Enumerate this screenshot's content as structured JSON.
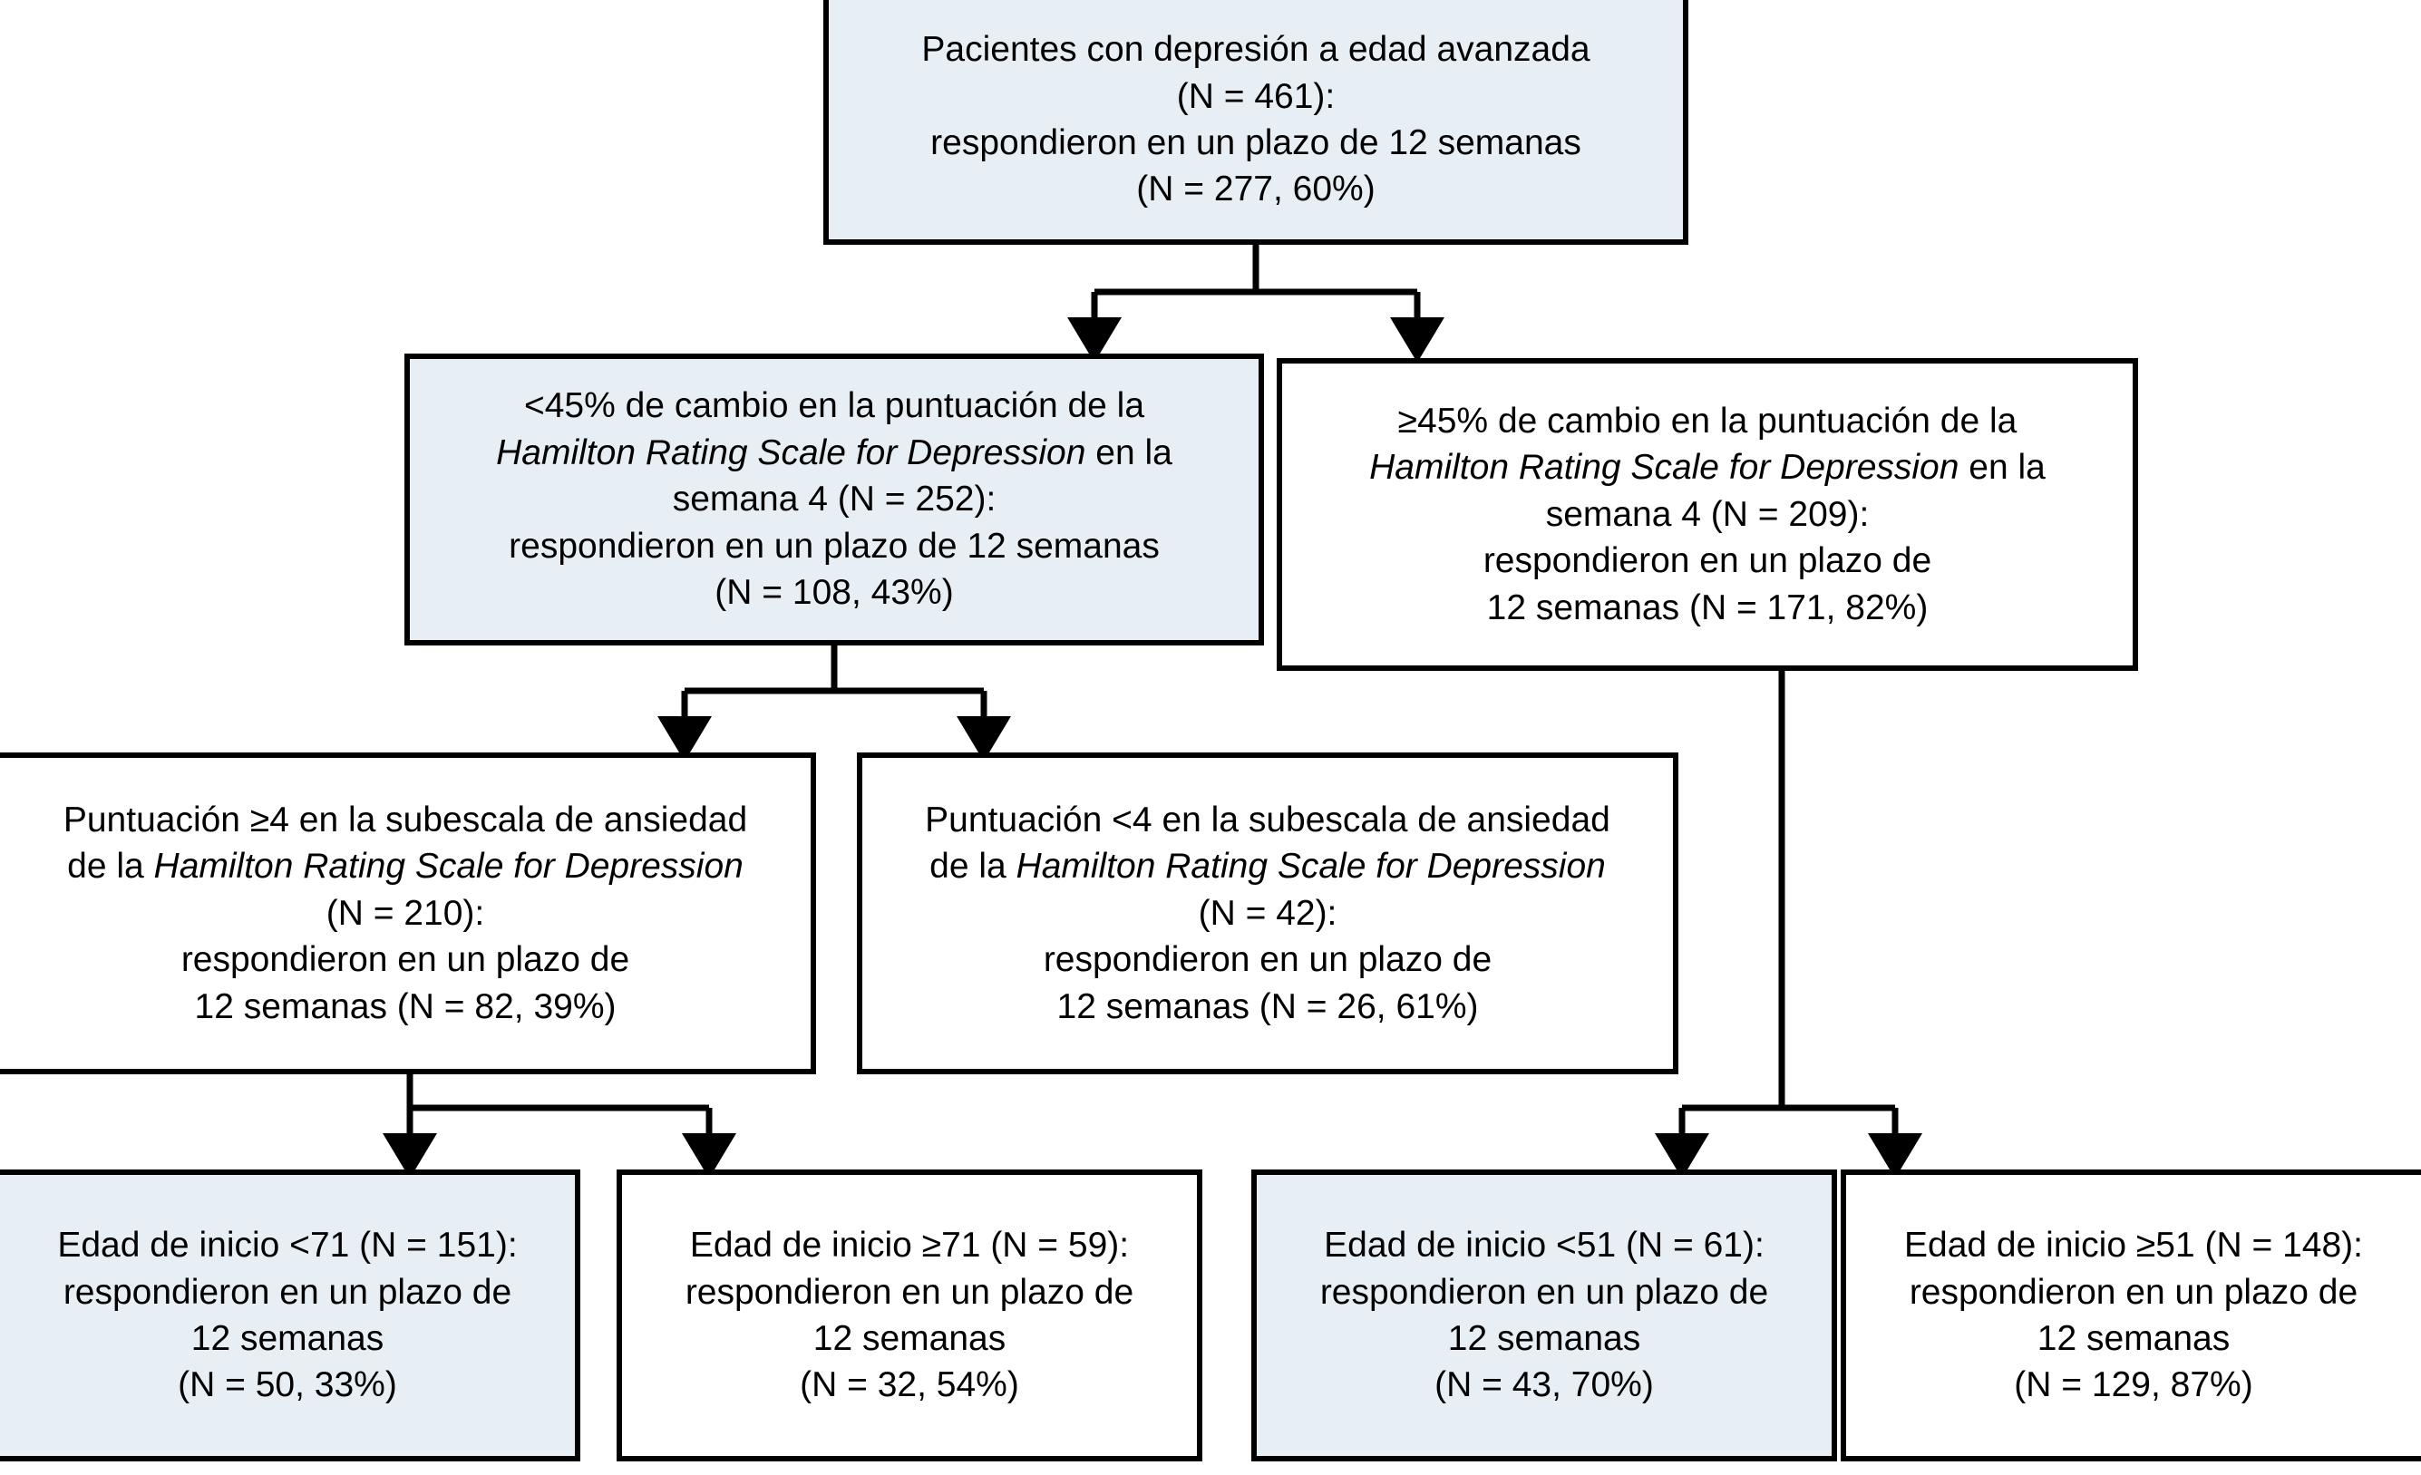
{
  "figure": {
    "kind": "flowchart",
    "language": "es",
    "box_border_color": "#000000",
    "highlight_fill": "#e7eff5",
    "plain_fill": "#ffffff",
    "arrow_color": "#000000"
  },
  "nodes": [
    {
      "id": "root",
      "name": "root-node",
      "fill": "highlight",
      "lines": [
        {
          "text": "Pacientes con depresión a edad avanzada",
          "italic": false
        },
        {
          "text": "(N = 461):",
          "italic": false
        },
        {
          "text": "respondieron en un plazo de 12 semanas",
          "italic": false
        },
        {
          "text": "(N = 277, 60%)",
          "italic": false
        }
      ],
      "n_total": 461,
      "n_responders": 277,
      "pct_responders": 60
    },
    {
      "id": "lt45",
      "name": "less-than-45-percent-node",
      "fill": "highlight",
      "lines": [
        {
          "text": "<45% de cambio en la puntuación de la",
          "italic": false
        },
        {
          "text": "Hamilton Rating Scale for Depression",
          "italic": true,
          "suffix": " en la"
        },
        {
          "text": "semana 4 (N = 252):",
          "italic": false
        },
        {
          "text": "respondieron en un plazo de 12 semanas",
          "italic": false
        },
        {
          "text": "(N = 108, 43%)",
          "italic": false
        }
      ],
      "n_total": 252,
      "n_responders": 108,
      "pct_responders": 43
    },
    {
      "id": "ge45",
      "name": "greater-equal-45-percent-node",
      "fill": "plain",
      "lines": [
        {
          "text": "≥45% de cambio en la puntuación de la",
          "italic": false
        },
        {
          "text": "Hamilton Rating Scale for Depression",
          "italic": true,
          "suffix": " en la"
        },
        {
          "text": "semana 4 (N = 209):",
          "italic": false
        },
        {
          "text": "respondieron en un plazo de",
          "italic": false
        },
        {
          "text": "12 semanas (N = 171, 82%)",
          "italic": false
        }
      ],
      "n_total": 209,
      "n_responders": 171,
      "pct_responders": 82
    },
    {
      "id": "anx-ge4",
      "name": "anxiety-score-ge4-node",
      "fill": "plain",
      "lines": [
        {
          "text": "Puntuación ≥4 en la subescala de ansiedad",
          "italic": false
        },
        {
          "text": "de la ",
          "italic": false,
          "italic_part": "Hamilton Rating Scale for Depression"
        },
        {
          "text": "(N = 210):",
          "italic": false
        },
        {
          "text": "respondieron en un plazo de",
          "italic": false
        },
        {
          "text": "12 semanas (N = 82, 39%)",
          "italic": false
        }
      ],
      "n_total": 210,
      "n_responders": 82,
      "pct_responders": 39
    },
    {
      "id": "anx-lt4",
      "name": "anxiety-score-lt4-node",
      "fill": "plain",
      "lines": [
        {
          "text": "Puntuación <4 en la subescala de ansiedad",
          "italic": false
        },
        {
          "text": "de la ",
          "italic": false,
          "italic_part": "Hamilton Rating Scale for Depression"
        },
        {
          "text": "(N = 42):",
          "italic": false
        },
        {
          "text": "respondieron en un plazo de",
          "italic": false
        },
        {
          "text": "12 semanas (N = 26, 61%)",
          "italic": false
        }
      ],
      "n_total": 42,
      "n_responders": 26,
      "pct_responders": 61
    },
    {
      "id": "onset-lt71",
      "name": "onset-age-lt71-node",
      "fill": "highlight",
      "lines": [
        {
          "text": "Edad de inicio <71 (N = 151):",
          "italic": false
        },
        {
          "text": "respondieron en un plazo de",
          "italic": false
        },
        {
          "text": "12 semanas",
          "italic": false
        },
        {
          "text": "(N = 50, 33%)",
          "italic": false
        }
      ],
      "n_total": 151,
      "n_responders": 50,
      "pct_responders": 33
    },
    {
      "id": "onset-ge71",
      "name": "onset-age-ge71-node",
      "fill": "plain",
      "lines": [
        {
          "text": "Edad de inicio ≥71 (N = 59):",
          "italic": false
        },
        {
          "text": "respondieron en un plazo de",
          "italic": false
        },
        {
          "text": "12 semanas",
          "italic": false
        },
        {
          "text": "(N = 32, 54%)",
          "italic": false
        }
      ],
      "n_total": 59,
      "n_responders": 32,
      "pct_responders": 54
    },
    {
      "id": "onset-lt51",
      "name": "onset-age-lt51-node",
      "fill": "highlight",
      "lines": [
        {
          "text": "Edad de inicio <51 (N = 61):",
          "italic": false
        },
        {
          "text": "respondieron en un plazo de",
          "italic": false
        },
        {
          "text": "12 semanas",
          "italic": false
        },
        {
          "text": "(N = 43, 70%)",
          "italic": false
        }
      ],
      "n_total": 61,
      "n_responders": 43,
      "pct_responders": 70
    },
    {
      "id": "onset-ge51",
      "name": "onset-age-ge51-node",
      "fill": "plain",
      "lines": [
        {
          "text": "Edad de inicio ≥51 (N = 148):",
          "italic": false
        },
        {
          "text": "respondieron en un plazo de",
          "italic": false
        },
        {
          "text": "12 semanas",
          "italic": false
        },
        {
          "text": "(N = 129, 87%)",
          "italic": false
        }
      ],
      "n_total": 148,
      "n_responders": 129,
      "pct_responders": 87
    }
  ],
  "edges": [
    {
      "name": "edge-root-to-lt45",
      "from": "root",
      "to": "lt45"
    },
    {
      "name": "edge-root-to-ge45",
      "from": "root",
      "to": "ge45"
    },
    {
      "name": "edge-lt45-to-anx-ge4",
      "from": "lt45",
      "to": "anx-ge4"
    },
    {
      "name": "edge-lt45-to-anx-lt4",
      "from": "lt45",
      "to": "anx-lt4"
    },
    {
      "name": "edge-anx-ge4-to-onset-lt71",
      "from": "anx-ge4",
      "to": "onset-lt71"
    },
    {
      "name": "edge-anx-ge4-to-onset-ge71",
      "from": "anx-ge4",
      "to": "onset-ge71"
    },
    {
      "name": "edge-ge45-to-onset-lt51",
      "from": "ge45",
      "to": "onset-lt51"
    },
    {
      "name": "edge-ge45-to-onset-ge51",
      "from": "ge45",
      "to": "onset-ge51"
    }
  ]
}
